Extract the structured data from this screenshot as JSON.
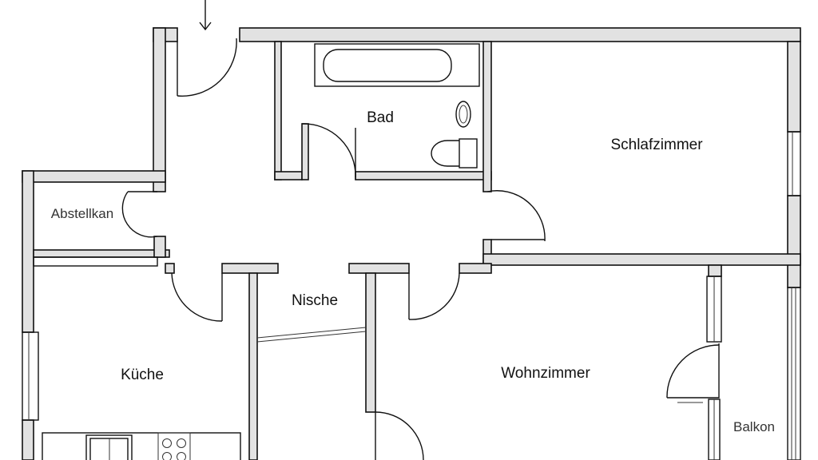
{
  "rooms": {
    "bad": "Bad",
    "schlafzimmer": "Schlafzimmer",
    "abstellkammer": "Abstellkan",
    "nische": "Nische",
    "kueche": "Küche",
    "wohnzimmer": "Wohnzimmer",
    "balkon": "Balkon"
  },
  "icons": {
    "entrance": "entrance-arrow-icon"
  }
}
